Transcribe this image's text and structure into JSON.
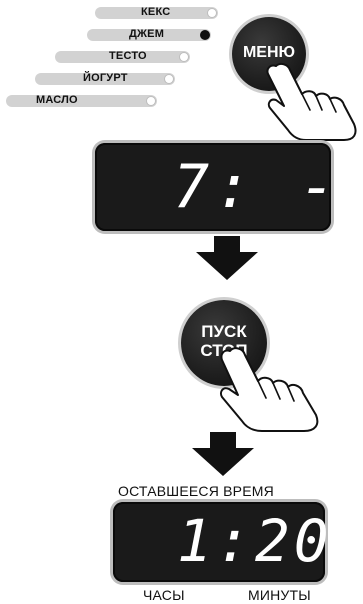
{
  "menu_items": [
    {
      "label": "КЕКС",
      "selected": false
    },
    {
      "label": "ДЖЕМ",
      "selected": true
    },
    {
      "label": "ТЕСТО",
      "selected": false
    },
    {
      "label": "ЙОГУРТ",
      "selected": false
    },
    {
      "label": "МАСЛО",
      "selected": false
    }
  ],
  "menu_button": {
    "label": "МЕНЮ"
  },
  "display_top": {
    "value": "7: -"
  },
  "start_button": {
    "line1": "ПУСК",
    "line2": "СТОП"
  },
  "remaining_label": "ОСТАВШЕЕСЯ ВРЕМЯ",
  "display_bottom": {
    "value": "1:20"
  },
  "hours_label": "ЧАСЫ",
  "minutes_label": "МИНУТЫ",
  "icons": [
    "hand-pointer-icon",
    "arrow-down-icon"
  ],
  "colors": {
    "display_bg": "#1a1a1a",
    "segment": "#ffffff",
    "selected_dot": "#111111",
    "pill": "#d2d2d2"
  }
}
